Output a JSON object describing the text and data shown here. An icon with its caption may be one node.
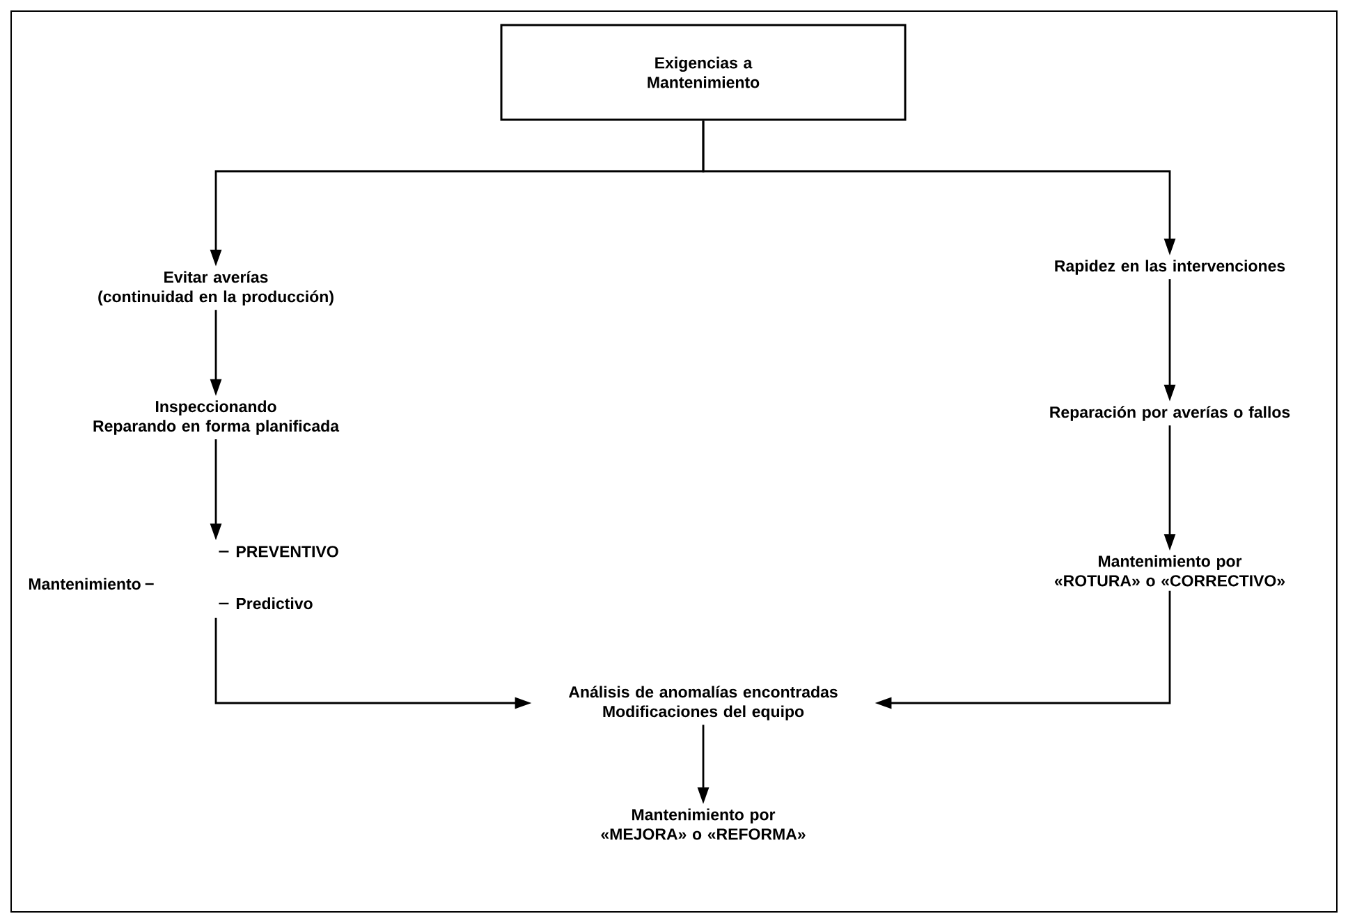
{
  "diagram": {
    "nodes": [
      {
        "text": [
          "Exigencias a Mantenimiento"
        ]
      },
      {
        "text": [
          "Evitar averías",
          "(continuidad en la producción)"
        ]
      },
      {
        "text": [
          "Rapidez en las intervenciones"
        ]
      },
      {
        "text": [
          "Inspeccionando",
          "Reparando en forma planificada"
        ]
      },
      {
        "text": [
          "Reparación por averías o fallos"
        ]
      },
      {
        "text": [
          "Mantenimiento",
          "PREVENTIVO",
          "Predictivo"
        ]
      },
      {
        "text": [
          "Mantenimiento por «ROTURA» o «CORRECTIVO»"
        ]
      },
      {
        "text": [
          "Análisis de anomalías encontradas",
          "Modificaciones del equipo"
        ]
      },
      {
        "text": [
          "Mantenimiento por «MEJORA» o «REFORMA»"
        ]
      }
    ],
    "edges": [
      {
        "from": 0,
        "to": 1,
        "arrow": "to"
      },
      {
        "from": 0,
        "to": 2,
        "arrow": "to"
      },
      {
        "from": 1,
        "to": 3,
        "arrow": "to"
      },
      {
        "from": 3,
        "to": 5,
        "arrow": "to"
      },
      {
        "from": 2,
        "to": 4,
        "arrow": "to"
      },
      {
        "from": 4,
        "to": 6,
        "arrow": "to"
      },
      {
        "from": 5,
        "to": 7,
        "arrow": "to"
      },
      {
        "from": 6,
        "to": 7,
        "arrow": "to"
      },
      {
        "from": 7,
        "to": 8,
        "arrow": "to"
      }
    ]
  }
}
